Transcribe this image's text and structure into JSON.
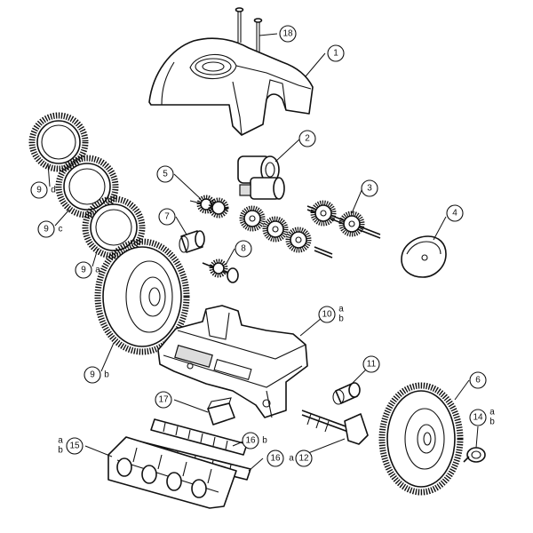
{
  "callouts": [
    {
      "id": "1",
      "suffix": ""
    },
    {
      "id": "2",
      "suffix": ""
    },
    {
      "id": "3",
      "suffix": ""
    },
    {
      "id": "4",
      "suffix": ""
    },
    {
      "id": "5",
      "suffix": ""
    },
    {
      "id": "6",
      "suffix": ""
    },
    {
      "id": "7",
      "suffix": ""
    },
    {
      "id": "8",
      "suffix": ""
    },
    {
      "id": "9",
      "suffix": "d"
    },
    {
      "id": "9",
      "suffix": "c"
    },
    {
      "id": "9",
      "suffix": "a"
    },
    {
      "id": "9",
      "suffix": "b"
    },
    {
      "id": "10",
      "suffix": "a\nb"
    },
    {
      "id": "11",
      "suffix": ""
    },
    {
      "id": "12",
      "suffix": ""
    },
    {
      "id": "14",
      "suffix": "a\nb"
    },
    {
      "id": "15",
      "suffix": "a\nb"
    },
    {
      "id": "16",
      "suffix": "b"
    },
    {
      "id": "16",
      "suffix": "a"
    },
    {
      "id": "17",
      "suffix": ""
    },
    {
      "id": "18",
      "suffix": ""
    }
  ]
}
